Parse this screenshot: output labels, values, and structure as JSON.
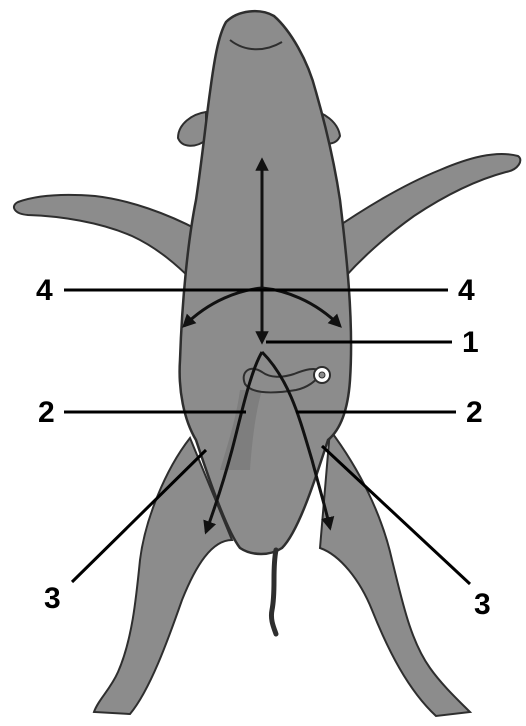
{
  "labels": {
    "l1": "1",
    "l2_left": "2",
    "l2_right": "2",
    "l3_left": "3",
    "l3_right": "3",
    "l4_left": "4",
    "l4_right": "4"
  },
  "colors": {
    "body_fill": "#8c8c8c",
    "outline": "#2e2e2e",
    "leader_line": "#000000",
    "cut_line": "#111111",
    "background": "#ffffff"
  }
}
